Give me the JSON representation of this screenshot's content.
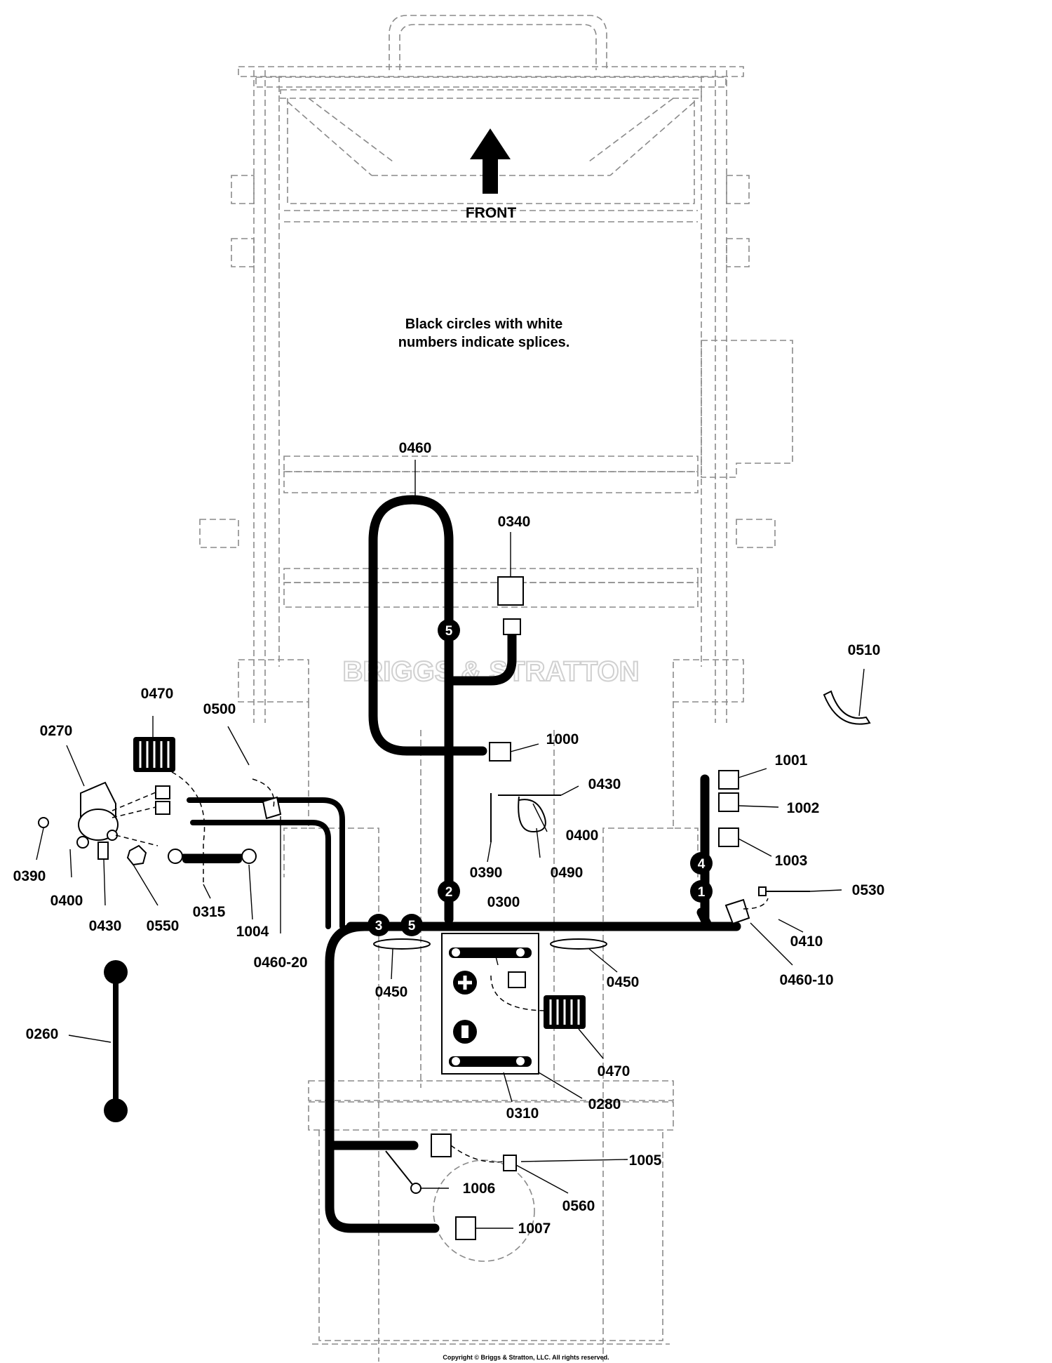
{
  "direction_label": "FRONT",
  "note_lines": [
    "Black circles with white",
    "numbers indicate splices."
  ],
  "watermark": "BRIGGS & STRATTON",
  "copyright": "Copyright © Briggs & Stratton, LLC. All rights reserved.",
  "splices": [
    "5",
    "2",
    "3",
    "5",
    "4",
    "1"
  ],
  "callouts": [
    "0460",
    "0340",
    "0510",
    "0470",
    "0500",
    "0270",
    "1000",
    "1001",
    "0430",
    "1002",
    "0390",
    "0400",
    "0490",
    "1003",
    "0390",
    "0400",
    "0430",
    "0550",
    "0315",
    "1004",
    "0460-20",
    "0530",
    "0300",
    "0410",
    "0460-10",
    "0450",
    "0450",
    "0260",
    "0470",
    "0310",
    "0280",
    "1005",
    "1006",
    "0560",
    "1007"
  ]
}
